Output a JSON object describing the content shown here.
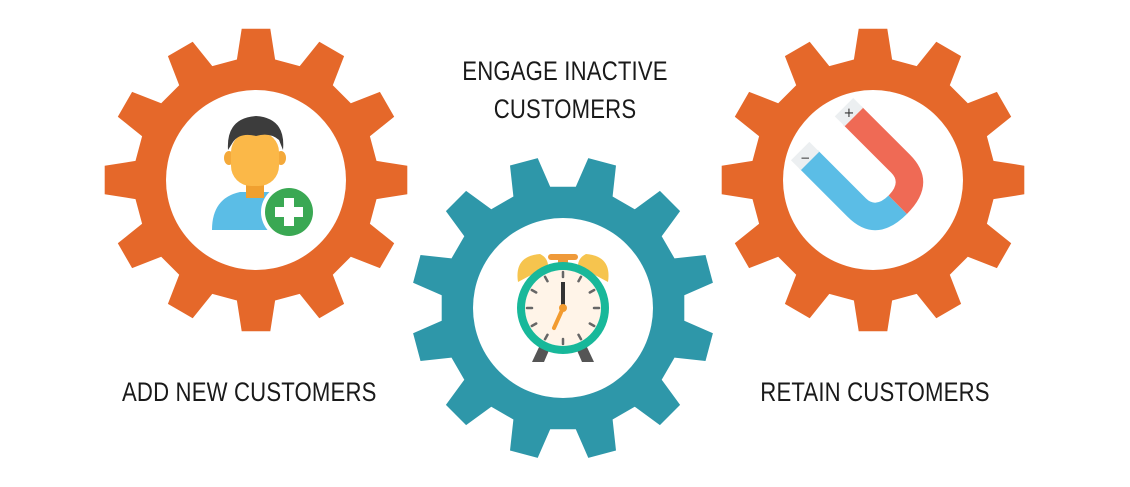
{
  "colors": {
    "gear_orange": "#e5682a",
    "gear_teal": "#2e97a9",
    "inner_white": "#ffffff",
    "text": "#1a1a1a"
  },
  "gears": [
    {
      "id": "add",
      "label": "ADD NEW CUSTOMERS",
      "color": "#e5682a",
      "icon": "add-user-icon"
    },
    {
      "id": "engage",
      "label_lines": [
        "ENGAGE INACTIVE",
        "CUSTOMERS"
      ],
      "color": "#2e97a9",
      "icon": "alarm-clock-icon"
    },
    {
      "id": "retain",
      "label": "RETAIN CUSTOMERS",
      "color": "#e5682a",
      "icon": "magnet-icon"
    }
  ],
  "magnet_signs": {
    "minus": "−",
    "plus": "+"
  }
}
